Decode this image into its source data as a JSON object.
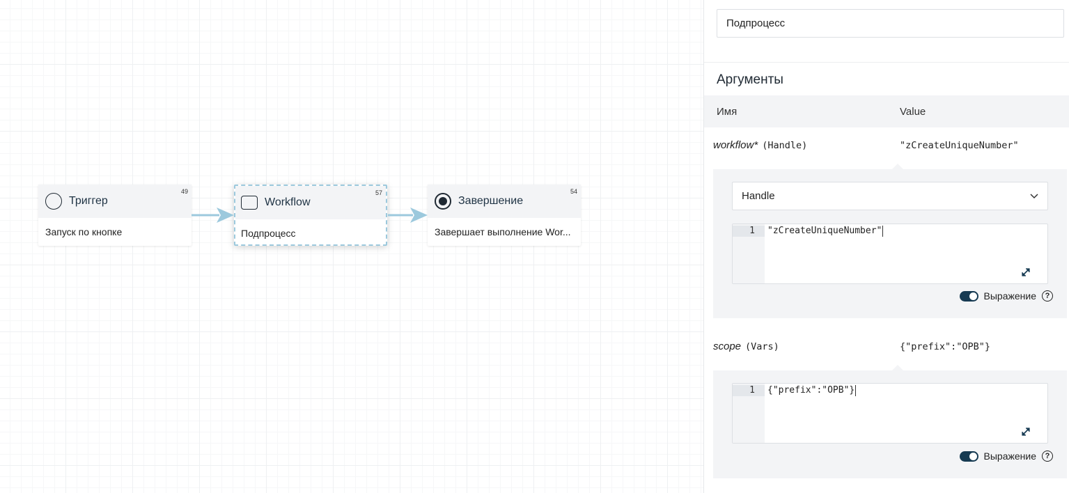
{
  "canvas": {
    "nodes": [
      {
        "id": "trigger",
        "title": "Триггер",
        "number": "49",
        "description": "Запуск по кнопке",
        "icon": "circle-icon"
      },
      {
        "id": "workflow",
        "title": "Workflow",
        "number": "57",
        "description": "Подпроцесс",
        "icon": "square-icon"
      },
      {
        "id": "end",
        "title": "Завершение",
        "number": "54",
        "description": "Завершает выполнение Wor...",
        "icon": "end-circle-icon"
      }
    ],
    "edge_color": "#9cc9dd"
  },
  "panel": {
    "name_value": "Подпроцесс",
    "section_title": "Аргументы",
    "table_headers": {
      "name": "Имя",
      "value": "Value"
    },
    "args": [
      {
        "name": "workflow*",
        "type": "(Handle)",
        "value": "\"zCreateUniqueNumber\"",
        "select_value": "Handle",
        "code_line_number": "1",
        "code_text": "\"zCreateUniqueNumber\"",
        "toggle_label": "Выражение",
        "help_glyph": "?"
      },
      {
        "name": "scope",
        "type": "(Vars)",
        "value": "{\"prefix\":\"OPB\"}",
        "code_line_number": "1",
        "code_text": "{\"prefix\":\"OPB\"}",
        "toggle_label": "Выражение",
        "help_glyph": "?"
      }
    ]
  },
  "colors": {
    "accent": "#163a52",
    "panel_bg": "#f3f4f6",
    "selection_border": "#9cc9dd"
  }
}
